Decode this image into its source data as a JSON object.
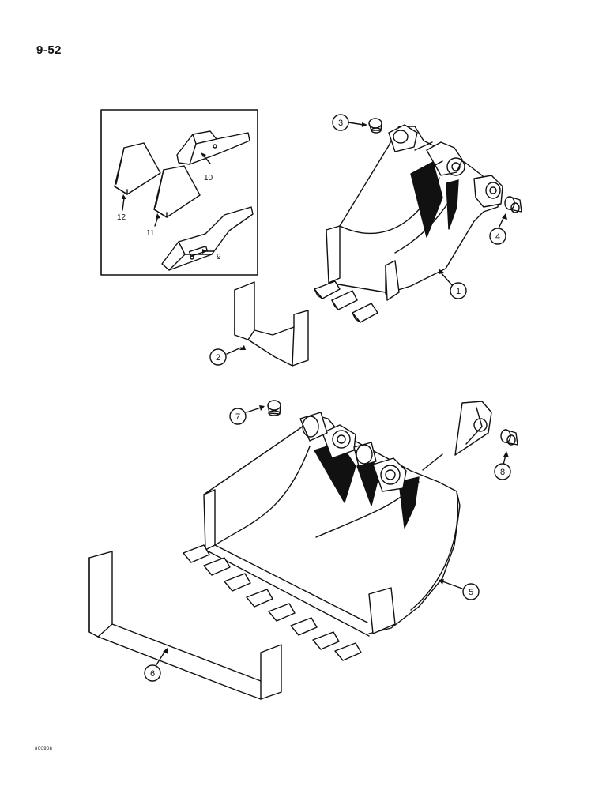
{
  "page": {
    "number": "9-52",
    "figure_code": "800908"
  },
  "inset": {
    "labels": [
      "9",
      "10",
      "11",
      "12"
    ]
  },
  "callouts": [
    "1",
    "2",
    "3",
    "4",
    "5",
    "6",
    "7",
    "8"
  ],
  "colors": {
    "ink": "#111111",
    "paper": "#ffffff"
  }
}
